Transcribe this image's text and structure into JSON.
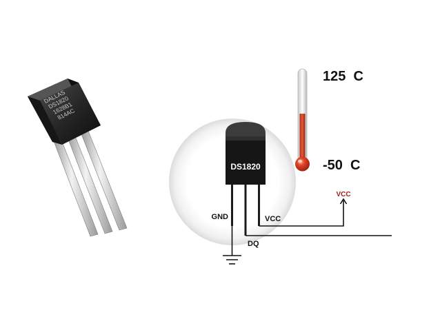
{
  "photo": {
    "marking_lines": [
      "DALLAS",
      "DS1820",
      "1628B1",
      "814AC"
    ]
  },
  "diagram": {
    "chip_label": "DS1820",
    "pins": {
      "gnd": "GND",
      "dq": "DQ",
      "vcc": "VCC"
    },
    "supply_label": "VCC",
    "thermometer": {
      "max_label": "125  C",
      "min_label": "-50  C"
    }
  },
  "colors": {
    "chip_body": "#1a1a1a",
    "mercury": "#c8381e",
    "supply_label": "#a0201a",
    "wire": "#111111"
  }
}
